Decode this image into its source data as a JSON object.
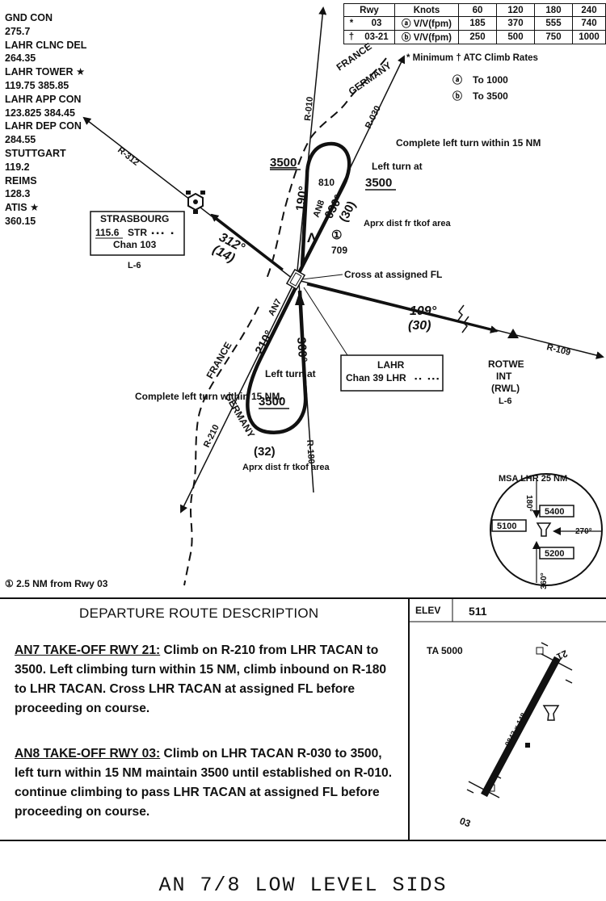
{
  "frequencies": [
    {
      "name": "GND CON",
      "value": "275.7"
    },
    {
      "name": "LAHR CLNC DEL",
      "value": "264.35"
    },
    {
      "name": "LAHR TOWER ★",
      "value": "119.75   385.85"
    },
    {
      "name": "LAHR APP CON",
      "value": "123.825   384.45"
    },
    {
      "name": "LAHR DEP CON",
      "value": "284.55"
    },
    {
      "name": "STUTTGART",
      "value": "119.2"
    },
    {
      "name": "REIMS",
      "value": "128.3"
    },
    {
      "name": "ATIS ★",
      "value": "360.15"
    }
  ],
  "climb_table": {
    "headers": [
      "Rwy",
      "Knots",
      "60",
      "120",
      "180",
      "240"
    ],
    "rows": [
      {
        "mark": "*",
        "rwy": "03",
        "type": "ⓐ V/V(fpm)",
        "values": [
          "185",
          "370",
          "555",
          "740"
        ]
      },
      {
        "mark": "†",
        "rwy": "03-21",
        "type": "ⓑ V/V(fpm)",
        "values": [
          "250",
          "500",
          "750",
          "1000"
        ]
      }
    ],
    "note": "* Minimum † ATC Climb Rates",
    "legend": [
      {
        "mark": "ⓐ",
        "text": "To 1000"
      },
      {
        "mark": "ⓑ",
        "text": "To 3500"
      }
    ]
  },
  "map": {
    "border_top": {
      "france": "FRANCE",
      "germany": "GERMANY"
    },
    "border_bottom": {
      "france": "FRANCE",
      "germany": "GERMANY"
    },
    "radials": {
      "r010": "R-010",
      "r030": "R-030",
      "r312": "R-312",
      "r109": "R-109",
      "r210": "R-210",
      "r180": "R-180"
    },
    "an8": {
      "label": "AN8",
      "course": "030°",
      "course_dist": "(30)",
      "return_course": "190°",
      "turn_alt": "3500",
      "left_turn_note": "Left turn at",
      "left_turn_alt": "3500",
      "complete_turn": "Complete left turn within 15 NM",
      "elevation": "810",
      "obstacle": "709",
      "note_mark": "①",
      "aprx": "Aprx dist fr tkof area",
      "obstacle_mark": "Λ"
    },
    "an7": {
      "label": "AN7",
      "course": "210°",
      "return_course": "360°",
      "left_turn_note": "Left turn at",
      "turn_alt": "3500",
      "complete_turn": "Complete left turn within 15 NM.",
      "dist": "(32)",
      "aprx": "Aprx dist fr tkof area"
    },
    "to_strasbourg": {
      "course": "312°",
      "dist": "(14)"
    },
    "to_rotwe": {
      "course": "109°",
      "dist": "(30)"
    },
    "cross_note": "Cross at assigned FL",
    "strasbourg": {
      "name": "STRASBOURG",
      "freq": "115.6",
      "ident": "STR",
      "chan": "Chan 103",
      "chart": "L-6"
    },
    "lahr": {
      "name": "LAHR",
      "chan": "Chan 39 LHR"
    },
    "rotwe": {
      "name": "ROTWE",
      "type": "INT",
      "ident": "(RWL)",
      "chart": "L-6"
    },
    "msa": {
      "title": "MSA  LHR  25 NM",
      "alt_north": "5400",
      "alt_west": "5100",
      "alt_south": "5200",
      "brg_180": "180°",
      "brg_270": "270°",
      "brg_360": "360°"
    },
    "footnote": "① 2.5 NM from Rwy 03"
  },
  "description": {
    "title": "DEPARTURE ROUTE DESCRIPTION",
    "an7_heading": "AN7 TAKE-OFF RWY 21:",
    "an7_text": " Climb on R-210 from LHR TACAN to 3500. Left climbing turn within 15 NM, climb inbound on R-180 to LHR TACAN. Cross LHR TACAN at assigned FL before proceeding on course.",
    "an8_heading": "AN8 TAKE-OFF RWY 03:",
    "an8_text": " Climb on LHR TACAN R-030 to 3500, left turn within 15 NM maintain 3500 until established on R-010. continue climbing to pass LHR TACAN at assigned FL before proceeding on course."
  },
  "airport": {
    "elev_label": "ELEV",
    "elev_value": "511",
    "ta": "TA 5000",
    "runway_dims": "9842 × 148",
    "rwy_end_top": "21",
    "rwy_end_bottom": "03"
  },
  "footer": "AN 7/8  LOW LEVEL SIDS"
}
